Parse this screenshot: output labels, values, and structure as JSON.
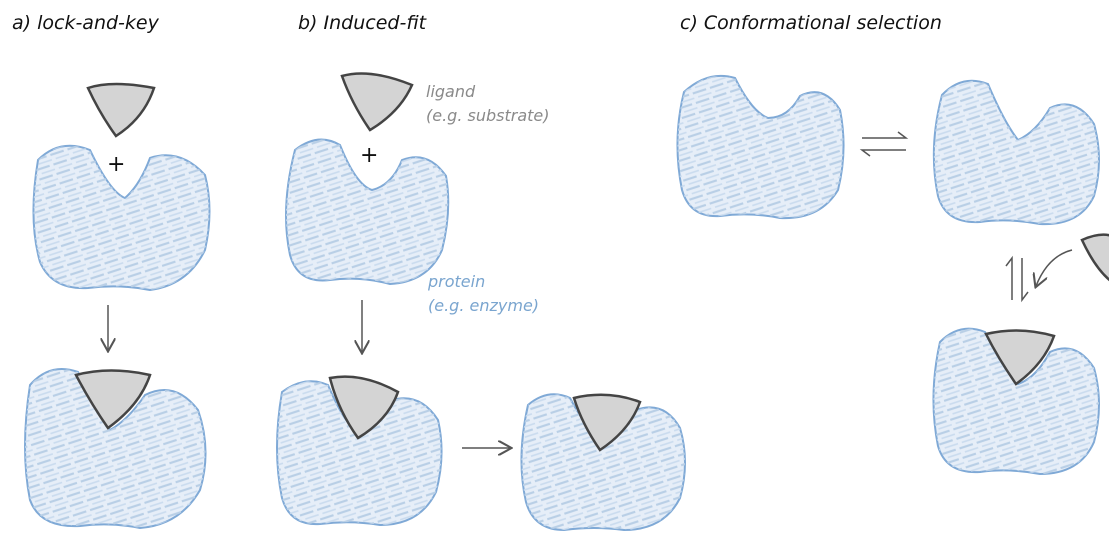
{
  "panels": {
    "a": {
      "title": "a) lock-and-key"
    },
    "b": {
      "title": "b) Induced-fit"
    },
    "c": {
      "title": "c) Conformational selection"
    }
  },
  "labels": {
    "ligand_line1": "ligand",
    "ligand_line2": "(e.g. substrate)",
    "protein_line1": "protein",
    "protein_line2": "(e.g. enzyme)",
    "plus": "+"
  },
  "colors": {
    "protein_fill": "#dde9f6",
    "protein_stroke": "#7fa9d6",
    "protein_texture": "#b9cfe6",
    "ligand_fill": "#d4d4d4",
    "ligand_stroke": "#444444",
    "arrow": "#555555"
  }
}
